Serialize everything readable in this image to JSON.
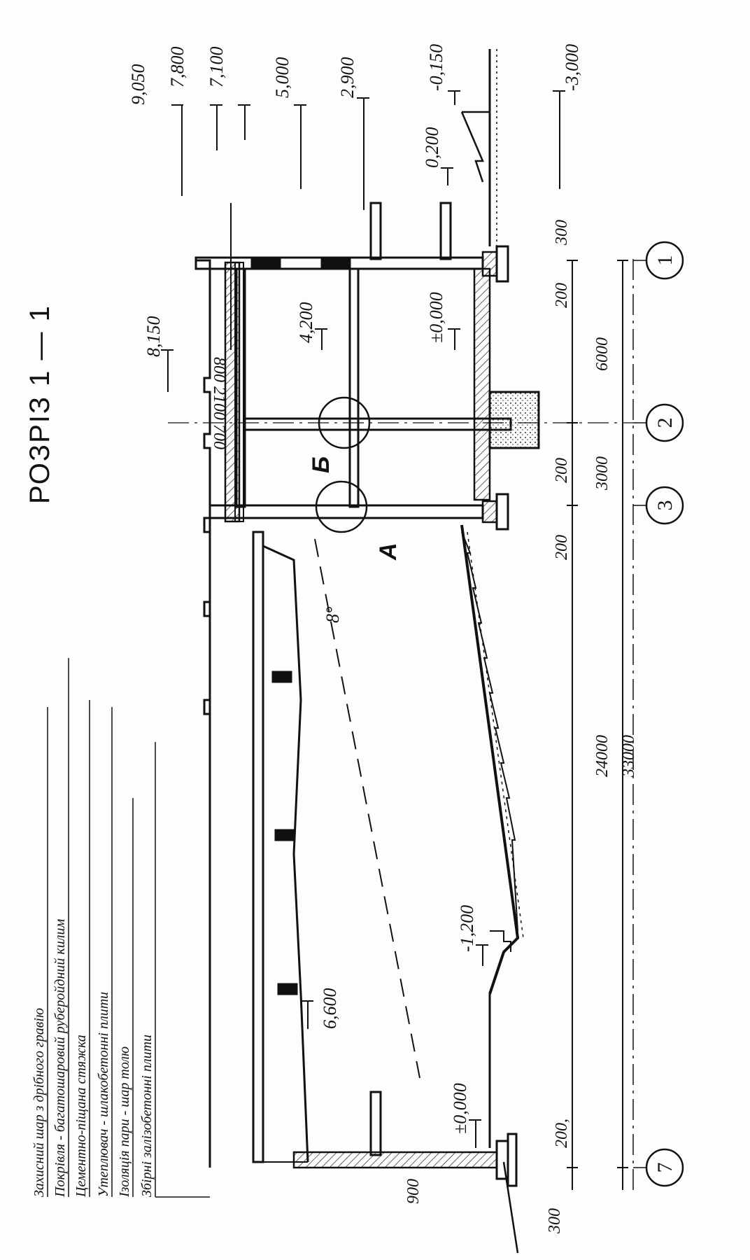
{
  "title": "РОЗРІЗ 1 — 1",
  "legend": [
    "Захисний шар з дрібного гравію",
    "Покрівля - багатошаровий руберойдний килим",
    "Цементно-піщана стяжка",
    "Утеплювач - шлакобетонні плити",
    "Ізоляція пари - шар толю",
    "Збірні залізобетонні плити"
  ],
  "elevations": {
    "e9050": "9,050",
    "e7800": "7,800",
    "e7100": "7,100",
    "e5000": "5,000",
    "e2900": "2,900",
    "e_0150": "-0,150",
    "e_3000": "-3,000",
    "e0200": "0,200",
    "e8150": "8,150",
    "e4200": "4,200",
    "e0000a": "±0,000",
    "e0000b": "±0,000",
    "e_1200": "-1,200",
    "e6600": "6,600"
  },
  "dimensions": {
    "d800_2100_700": "800  2100  700",
    "d300a": "300",
    "d200a": "200",
    "d6000": "6000",
    "d200b": "200",
    "d3000": "3000",
    "d200c": "200",
    "d24000": "24000",
    "d33000": "33000",
    "d200d": "200,",
    "d900": "900",
    "d300b": "300"
  },
  "axes": {
    "a1": "1",
    "a2": "2",
    "a3": "3",
    "a7": "7"
  },
  "labels": {
    "slope": "8°",
    "nodeA": "А",
    "nodeB": "Б"
  }
}
